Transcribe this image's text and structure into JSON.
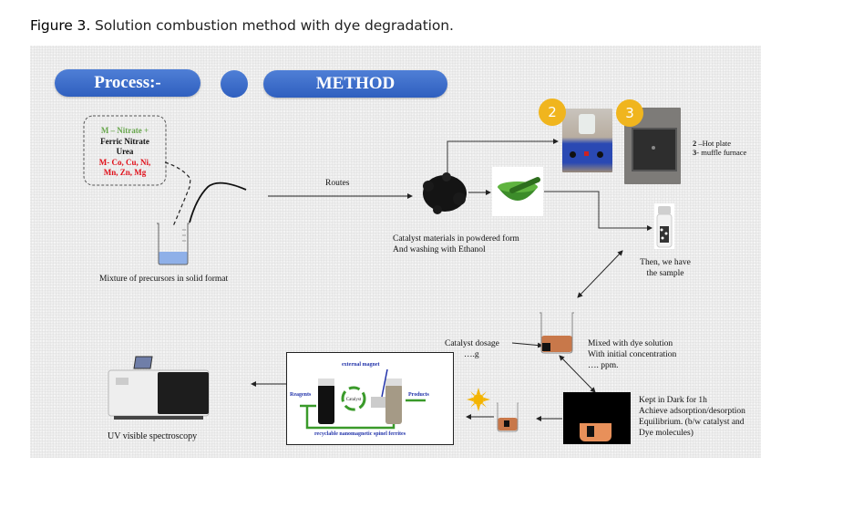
{
  "caption": {
    "label": "Figure 3.",
    "text": " Solution combustion method with dye degradation."
  },
  "header": {
    "process_label": "Process:-",
    "method_label": "METHOD"
  },
  "precursor_box": {
    "line1": "M – Nitrate +",
    "line2": "Ferric Nitrate",
    "line3": "Urea",
    "line4": "M- Co, Cu, Ni,",
    "line5": "Mn, Zn, Mg",
    "colors": {
      "green": "#6aa84f",
      "black": "#111111",
      "red": "#e0101a"
    }
  },
  "labels": {
    "mixture": "Mixture of precursors in solid format",
    "routes": "Routes",
    "catalyst_line1": "Catalyst materials in powdered form",
    "catalyst_line2": "And washing with Ethanol",
    "equip_line1_num": "2",
    "equip_line1": " –Hot plate",
    "equip_line2_num": "3",
    "equip_line2": "- muffle furnace",
    "sample_line1": "Then, we have",
    "sample_line2": "the sample",
    "dosage_line1": "Catalyst dosage",
    "dosage_line2": "….g",
    "mixed_line1": "Mixed with dye solution",
    "mixed_line2": "With initial concentration",
    "mixed_line3": "…. ppm.",
    "dark_line1": "Kept in Dark for 1h",
    "dark_line2": "Achieve adsorption/desorption",
    "dark_line3": "Equilibrium. (b/w catalyst and",
    "dark_line4": "Dye molecules)",
    "uv": "UV visible spectroscopy"
  },
  "badges": {
    "hot_plate": "2",
    "furnace": "3"
  },
  "recycle_inset": {
    "external_magnet": "external magnet",
    "reagents": "Reagents",
    "catalyst": "Catalyst",
    "products": "Products",
    "recyclable": "recyclable nanomagnetic spinel ferrites"
  },
  "colors": {
    "pill": "#3566c8",
    "dye": "#c8784a",
    "liquid": "#8fb0e8",
    "badge": "#f0b51e",
    "arrow_green": "#3a9a2a",
    "inset_blue": "#2233aa"
  }
}
